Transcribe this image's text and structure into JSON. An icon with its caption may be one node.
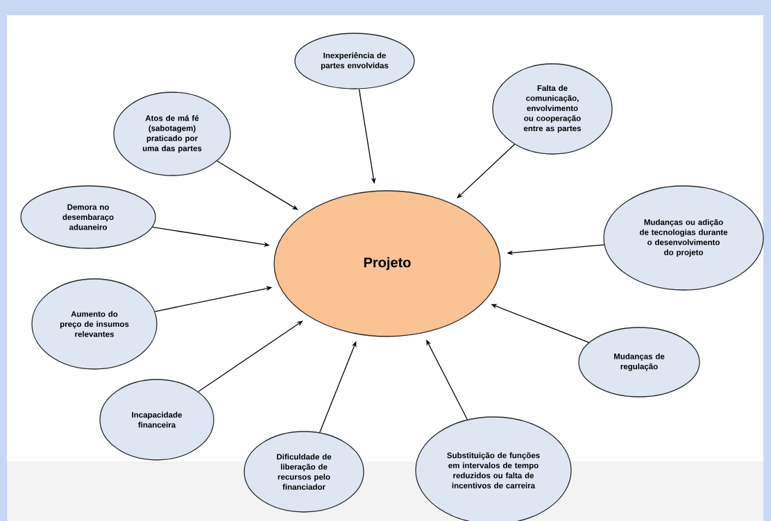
{
  "diagram": {
    "nodes": [
      {
        "text": [
          "Projeto"
        ]
      },
      {
        "text": [
          "Inexperiência de partes envolvidas"
        ]
      },
      {
        "text": [
          "Atos de má fé (sabotagem) praticado por uma das partes"
        ]
      },
      {
        "text": [
          "Falta de comunicação, envolvimento ou cooperação entre as partes"
        ]
      },
      {
        "text": [
          "Demora no desembaraço aduaneiro"
        ]
      },
      {
        "text": [
          "Mudanças ou adição de tecnologias durante o desenvolvimento do projeto"
        ]
      },
      {
        "text": [
          "Aumento do preço de insumos relevantes"
        ]
      },
      {
        "text": [
          "Mudanças de regulação"
        ]
      },
      {
        "text": [
          "Incapacidade financeira"
        ]
      },
      {
        "text": [
          "Dificuldade de liberação de recursos pelo financiador"
        ]
      },
      {
        "text": [
          "Substituição de funções em intervalos de tempo reduzidos ou falta de incentivos de carreira"
        ]
      }
    ],
    "edges": [
      {
        "from": 1,
        "to": 0,
        "arrow": "to"
      },
      {
        "from": 2,
        "to": 0,
        "arrow": "to"
      },
      {
        "from": 3,
        "to": 0,
        "arrow": "to"
      },
      {
        "from": 4,
        "to": 0,
        "arrow": "to"
      },
      {
        "from": 5,
        "to": 0,
        "arrow": "to"
      },
      {
        "from": 6,
        "to": 0,
        "arrow": "to"
      },
      {
        "from": 7,
        "to": 0,
        "arrow": "to"
      },
      {
        "from": 8,
        "to": 0,
        "arrow": "to"
      },
      {
        "from": 9,
        "to": 0,
        "arrow": "to"
      },
      {
        "from": 10,
        "to": 0,
        "arrow": "to"
      }
    ]
  }
}
